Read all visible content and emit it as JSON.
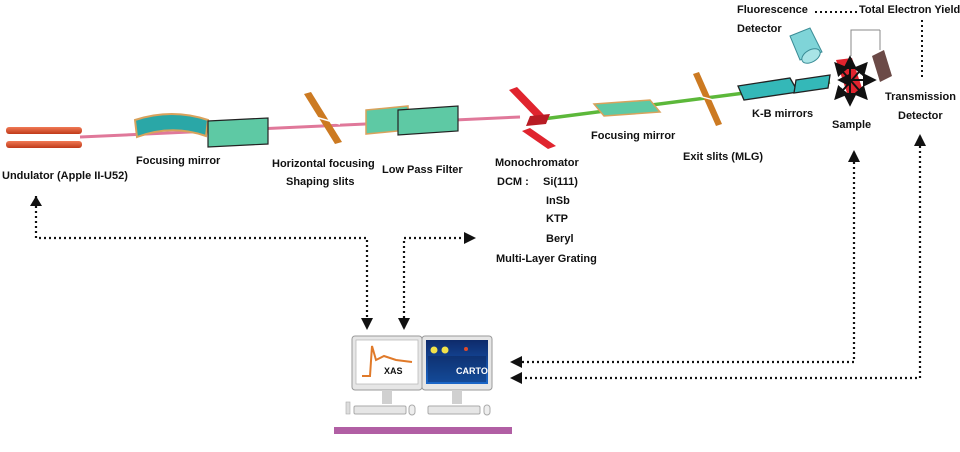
{
  "labels": {
    "undulator": "Undulator (Apple II-U52)",
    "focusing_mirror_1": "Focusing mirror",
    "horizontal_focusing": "Horizontal focusing",
    "shaping_slits": "Shaping slits",
    "low_pass_filter": "Low Pass Filter",
    "monochromator": "Monochromator",
    "dcm_prefix": "DCM :",
    "dcm_crystals": [
      "Si(111)",
      "InSb",
      "KTP",
      "Beryl"
    ],
    "multilayer_grating": "Multi-Layer Grating",
    "focusing_mirror_2": "Focusing mirror",
    "exit_slits": "Exit slits (MLG)",
    "kb_mirrors": "K-B mirrors",
    "sample": "Sample",
    "fluorescence": "Fluorescence",
    "detector": "Detector",
    "total_electron_yield": "Total Electron Yield",
    "transmission": "Transmission",
    "transmission_detector": "Detector"
  },
  "screens": {
    "left": "XAS",
    "right": "CARTO"
  },
  "colors": {
    "beam_upstream": "#e0789a",
    "beam_downstream": "#5cb83a",
    "undulator": "#e04a2a",
    "mirror_fill": "#2aa7a7",
    "mirror_edge": "#d9a25c",
    "slits": "#cc7a22",
    "filter": "#5ec9a4",
    "monochromator": "#e0242e",
    "kb_mirror": "#34b8b8",
    "sample": "#e0242e",
    "fluorescence_detector": "#7fd4d8",
    "tey_detector": "#6b4a47",
    "platform": "#b15fa4",
    "xas_trace": "#e07a2a",
    "carto_screen": "#0a1a46"
  },
  "icons": [
    "monitor-icon",
    "apple-logo-icon",
    "keyboard-icon",
    "mouse-icon"
  ]
}
